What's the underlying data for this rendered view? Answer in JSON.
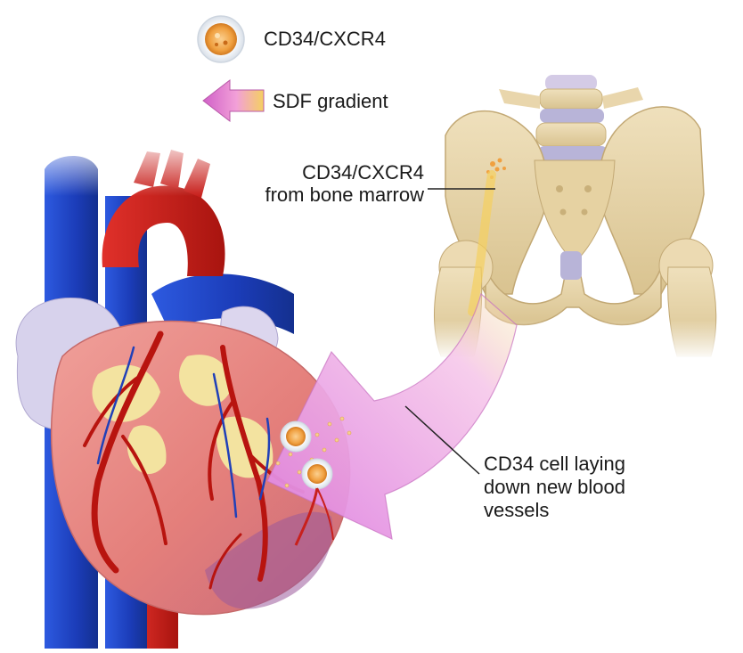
{
  "legend": {
    "cell_label": "CD34/CXCR4",
    "gradient_label": "SDF gradient"
  },
  "annotations": {
    "marrow_line1": "CD34/CXCR4",
    "marrow_line2": "from bone marrow",
    "vessel_line1": "CD34 cell laying",
    "vessel_line2": "down new blood",
    "vessel_line3": "vessels"
  },
  "colors": {
    "cell_orange": "#f0a040",
    "cell_halo": "#e8edf3",
    "gradient_pink": "#f0a0e0",
    "gradient_yellow": "#f5d060",
    "bone": "#e7d4a8",
    "bone_shadow": "#c9b07a",
    "cartilage": "#b8b4d8",
    "heart_muscle": "#e98a86",
    "heart_fat": "#f3e3a0",
    "artery_red": "#c8201c",
    "vein_blue": "#1f47c8",
    "atrium_lilac": "#d7d2ec"
  },
  "icons": [
    "stem-cell-icon",
    "sdf-gradient-arrow-icon",
    "pelvis-bone",
    "heart"
  ]
}
